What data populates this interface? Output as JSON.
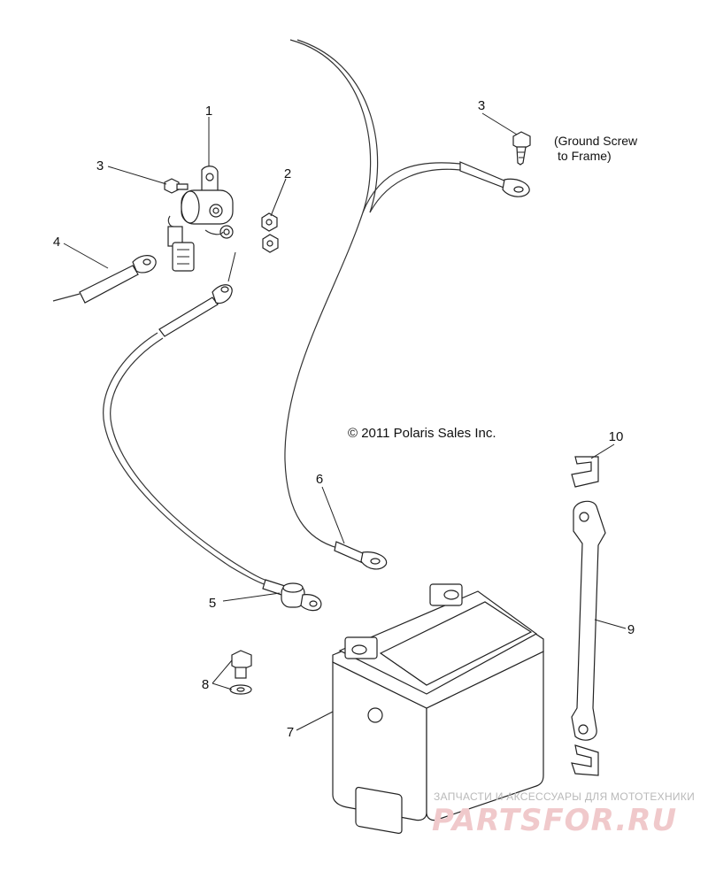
{
  "callouts": {
    "c1": "1",
    "c2": "2",
    "c3_left": "3",
    "c3_right": "3",
    "c4": "4",
    "c5": "5",
    "c6": "6",
    "c7": "7",
    "c8": "8",
    "c9": "9",
    "c10": "10"
  },
  "ground_note": {
    "line1": "(Ground Screw",
    "line2": "to Frame)"
  },
  "copyright": "© 2011 Polaris Sales Inc.",
  "watermark": {
    "tagline": "ЗАПЧАСТИ И АКСЕССУАРЫ ДЛЯ МОТОТЕХНИКИ",
    "brand": "PARTSFOR.RU"
  }
}
